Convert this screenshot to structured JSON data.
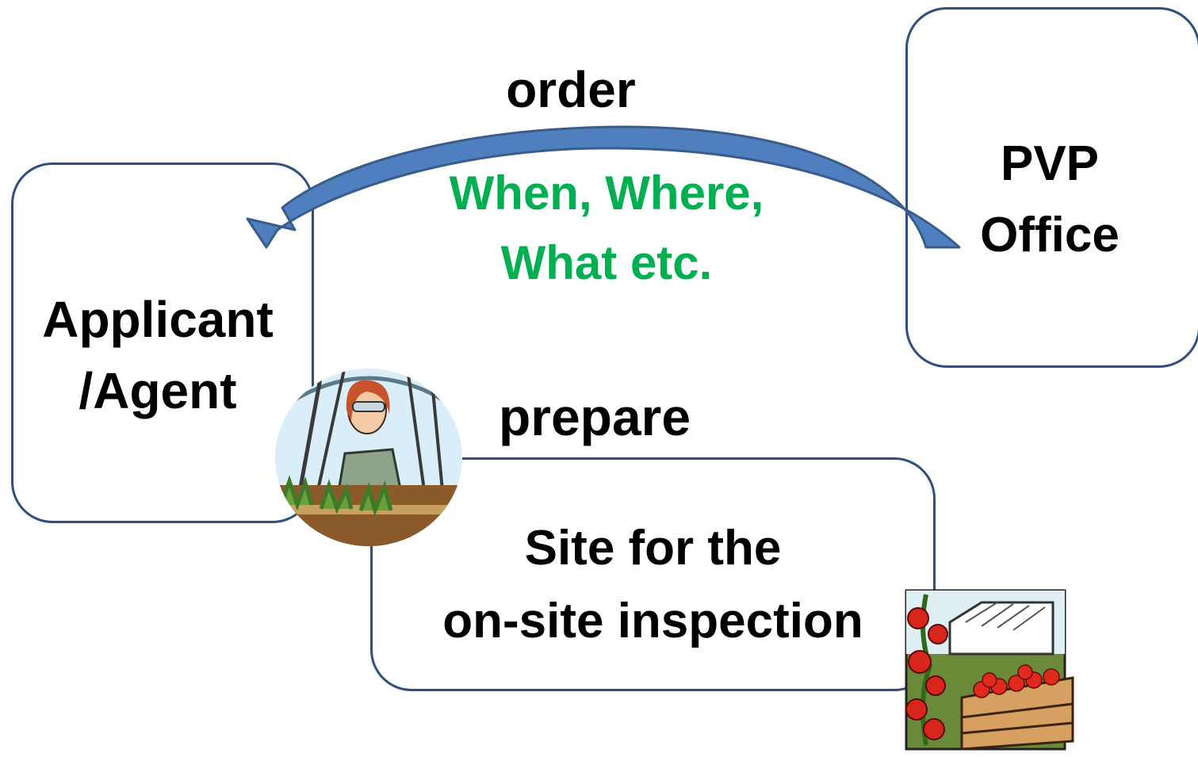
{
  "nodes": {
    "applicant": {
      "line1": "Applicant",
      "line2": "/Agent"
    },
    "pvp_office": {
      "line1": "PVP",
      "line2": "Office"
    },
    "site": {
      "line1": "Site for the",
      "line2": "on-site inspection"
    }
  },
  "edges": {
    "order": {
      "label": "order",
      "detail_line1": "When, Where,",
      "detail_line2": "What etc."
    },
    "prepare": {
      "label": "prepare"
    }
  },
  "colors": {
    "box_border": "#2f4f7f",
    "arrow_fill": "#4f7fbf",
    "arrow_stroke": "#385d8a",
    "detail_text": "#00b050"
  },
  "icons": {
    "scientist": "scientist-in-greenhouse-icon",
    "tomatoes": "tomato-greenhouse-crate-icon"
  }
}
